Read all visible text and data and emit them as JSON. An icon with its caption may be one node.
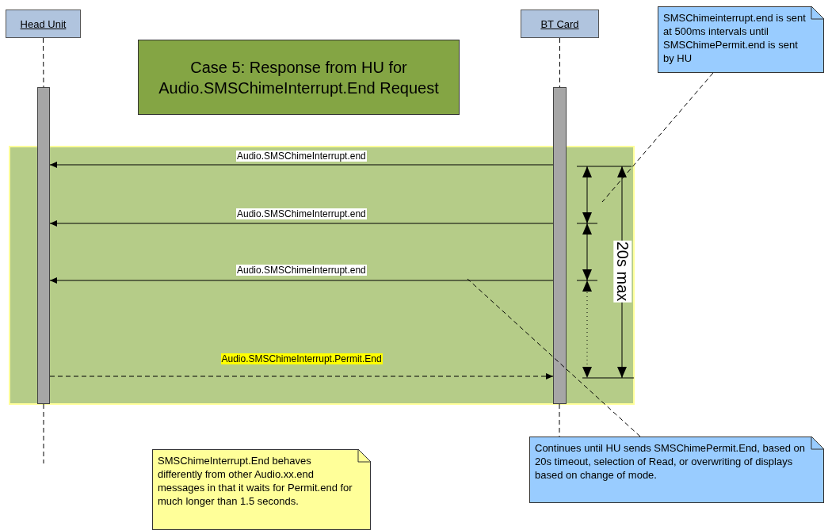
{
  "diagram": {
    "nodes": [
      {
        "text": [
          "Head Unit"
        ]
      },
      {
        "text": [
          "BT Card"
        ]
      },
      {
        "text": [
          "Case 5: Response from HU for Audio.SMSChimeInterrupt.End Request"
        ]
      },
      {
        "text": [
          "SMSChimeinterrupt.end is sent at 500ms intervals until SMSChimePermit.end is sent by HU"
        ]
      },
      {
        "text": [],
        "shape": "bar"
      },
      {
        "text": [],
        "shape": "bar"
      },
      {
        "text": [
          "SMSChimeInterrupt.End behaves differently from other Audio.xx.end messages in that it waits for Permit.end for much longer than 1.5 seconds."
        ]
      },
      {
        "text": [
          "Continues until HU sends SMSChimePermit.End, based on 20s timeout, selection of Read, or overwriting of displays based on change of mode."
        ]
      }
    ],
    "edges": [
      {
        "from": 5,
        "to": 4,
        "arrow": "to",
        "label": "Audio.SMSChimeInterrupt.end"
      },
      {
        "from": 5,
        "to": 4,
        "arrow": "to",
        "label": "Audio.SMSChimeInterrupt.end"
      },
      {
        "from": 5,
        "to": 4,
        "arrow": "to",
        "label": "Audio.SMSChimeInterrupt.end"
      },
      {
        "from": 4,
        "to": 5,
        "arrow": "to",
        "label": "Audio.SMSChimeInterrupt.Permit.End",
        "style": "dashed"
      },
      {
        "from": 0,
        "to": 4,
        "arrow": "none",
        "style": "dashed"
      },
      {
        "from": 4,
        "to": null,
        "arrow": "none",
        "style": "dashed"
      },
      {
        "from": 1,
        "to": 5,
        "arrow": "none",
        "style": "dashed"
      },
      {
        "from": 5,
        "to": 7,
        "arrow": "none",
        "style": "dashed"
      },
      {
        "from": 3,
        "to": null,
        "arrow": "none",
        "style": "dashed"
      },
      {
        "from": 7,
        "to": null,
        "arrow": "none",
        "style": "dashed"
      }
    ],
    "labels": [
      "20s max"
    ]
  }
}
